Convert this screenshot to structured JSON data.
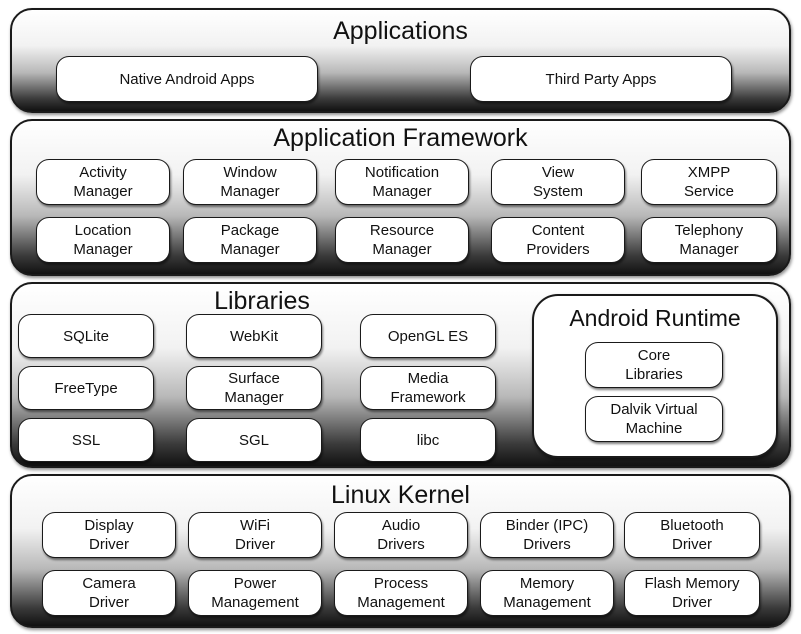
{
  "applications": {
    "title": "Applications",
    "items": [
      "Native Android Apps",
      "Third Party Apps"
    ]
  },
  "framework": {
    "title": "Application Framework",
    "items": [
      "Activity\nManager",
      "Window\nManager",
      "Notification\nManager",
      "View\nSystem",
      "XMPP\nService",
      "Location\nManager",
      "Package\nManager",
      "Resource\nManager",
      "Content\nProviders",
      "Telephony\nManager"
    ]
  },
  "libraries": {
    "title": "Libraries",
    "items": [
      "SQLite",
      "WebKit",
      "OpenGL ES",
      "FreeType",
      "Surface\nManager",
      "Media\nFramework",
      "SSL",
      "SGL",
      "libc"
    ]
  },
  "runtime": {
    "title": "Android Runtime",
    "items": [
      "Core\nLibraries",
      "Dalvik Virtual\nMachine"
    ]
  },
  "kernel": {
    "title": "Linux Kernel",
    "items": [
      "Display\nDriver",
      "WiFi\nDriver",
      "Audio\nDrivers",
      "Binder (IPC)\nDrivers",
      "Bluetooth\nDriver",
      "Camera\nDriver",
      "Power\nManagement",
      "Process\nManagement",
      "Memory\nManagement",
      "Flash Memory\nDriver"
    ]
  }
}
